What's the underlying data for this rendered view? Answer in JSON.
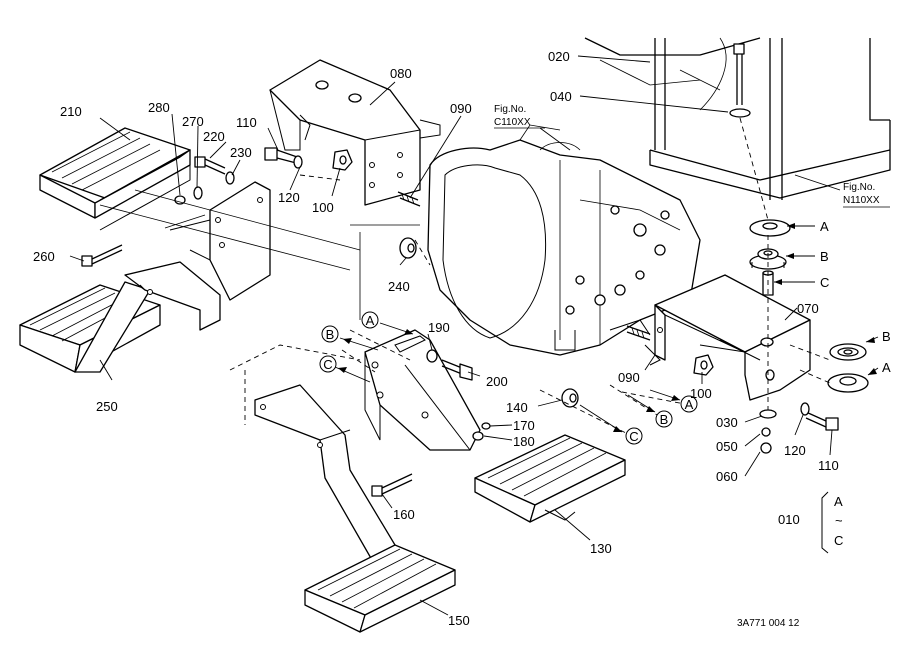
{
  "figure_refs": [
    {
      "name": "fig-ref-c110xx",
      "line1": "Fig.No.",
      "line2": "C110XX"
    },
    {
      "name": "fig-ref-n110xx",
      "line1": "Fig.No.",
      "line2": "N110XX"
    }
  ],
  "part_numbers": [
    "010",
    "020",
    "030",
    "040",
    "050",
    "060",
    "070",
    "080",
    "090",
    "090",
    "100",
    "100",
    "110",
    "110",
    "120",
    "120",
    "130",
    "140",
    "150",
    "160",
    "170",
    "180",
    "190",
    "200",
    "210",
    "220",
    "230",
    "240",
    "250",
    "260",
    "270",
    "280"
  ],
  "callouts": {
    "A": "A",
    "B": "B",
    "C": "C"
  },
  "range_note": {
    "from": "A",
    "tilde": "~",
    "to": "C"
  },
  "drawing_code": "3A771 004 12"
}
